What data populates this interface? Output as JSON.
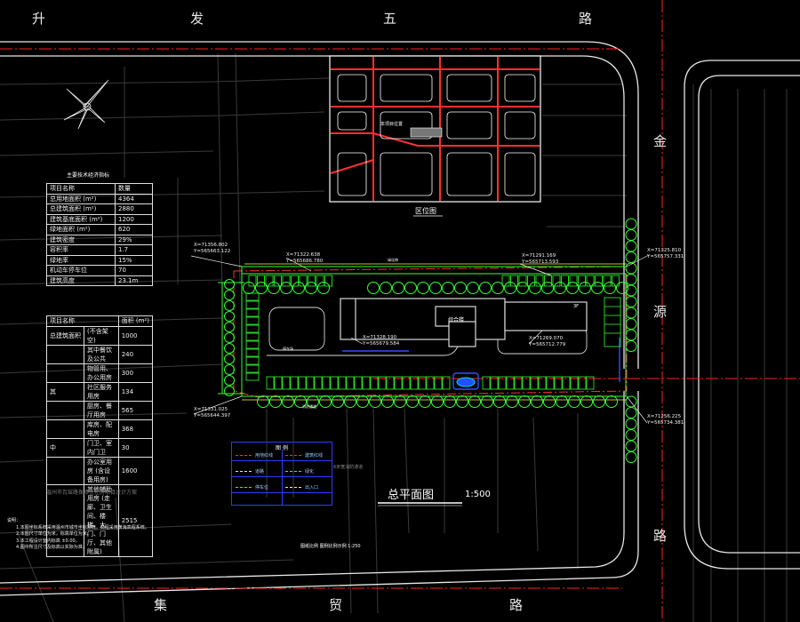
{
  "roads": {
    "top": [
      "升",
      "发",
      "五",
      "路"
    ],
    "right_vertical": [
      "金",
      "源",
      "路"
    ],
    "bottom": [
      "集",
      "贸",
      "路"
    ]
  },
  "location_map": {
    "caption": "区位图",
    "inner_label": "本项目位置"
  },
  "table1": {
    "caption": "主要技术经济指标",
    "header": [
      "项目名称",
      "数量"
    ],
    "rows": [
      [
        "总用地面积    (m²)",
        "4364"
      ],
      [
        "总建筑面积    (m²)",
        "2880"
      ],
      [
        "建筑基底面积  (m²)",
        "1200"
      ],
      [
        "绿地面积      (m²)",
        "620"
      ],
      [
        "建筑密度",
        "29%"
      ],
      [
        "容积率",
        "1.7"
      ],
      [
        "绿地率",
        "15%"
      ],
      [
        "机动车停车位",
        "70"
      ],
      [
        "建筑高度",
        "23.1m"
      ]
    ]
  },
  "table2": {
    "header": [
      "项目名称",
      "面积 (m²)"
    ],
    "rows": [
      [
        "总建筑面积",
        "(不含架空)",
        "1000"
      ],
      [
        "",
        "其中餐饮及公共",
        "240"
      ],
      [
        "",
        "物管用、办公用房",
        "300"
      ],
      [
        "其",
        "社区服务用房",
        "134"
      ],
      [
        "",
        "厨房、餐厅用房",
        "565"
      ],
      [
        "",
        "库房、配电房",
        "368"
      ],
      [
        "中",
        "门卫、室内门卫",
        "30"
      ],
      [
        "",
        "办公室用房 (含设备用房)",
        "1600"
      ],
      [
        "",
        "其他辅助用房 (走廊、卫生间、楼梯、大门、门厅、其他附属)",
        "2515"
      ]
    ],
    "footer": "温州市瓦窑路保障性住房项目设计方案"
  },
  "coords": [
    {
      "x": "X=71356.802",
      "y": "Y=565663.122"
    },
    {
      "x": "X=71322.638",
      "y": "Y=565686.780"
    },
    {
      "x": "X=71291.169",
      "y": "Y=565713.593"
    },
    {
      "x": "X=71325.810",
      "y": "Y=565757.331"
    },
    {
      "x": "X=71328.190",
      "y": "Y=565679.584"
    },
    {
      "x": "X=71269.070",
      "y": "Y=565712.779"
    },
    {
      "x": "X=71331.025",
      "y": "Y=565644.397"
    },
    {
      "x": "X=71256.225",
      "y": "Y=565734.381"
    }
  ],
  "labels": {
    "main_building": "综合楼",
    "building_right": "3F",
    "title": "总平面图",
    "scale": "1:500",
    "note_road": "6米宽消防通道",
    "scale_note": "图纸比例 图例比例示例 1:250",
    "legend_title": "图 例",
    "small_label_a": "停车场",
    "small_label_b": "绿化带",
    "small_label_c": "消防通道"
  },
  "legend_items": [
    "用地红线",
    "建筑红线",
    "道路",
    "绿化",
    "停车位",
    "出入口"
  ],
  "notes": {
    "heading": "说明：",
    "lines": [
      "1.本图坐标系统采用温州市城市坐标系统，高程采用黄海高程系统。",
      "2.本图尺寸单位为米，标高单位为米。",
      "3.本工程设计室内标高 ±0.00。",
      "4.图中所注尺寸及标高以实际为准。"
    ]
  },
  "colors": {
    "background": "#000000",
    "road_line": "#e8e8e8",
    "axis_red": "#ff2020",
    "site_red": "#ff3030",
    "green": "#33ff33",
    "yellow": "#ffff40",
    "blue": "#3050ff",
    "building": "#d8d8d8",
    "cyan": "#00e0e0"
  }
}
